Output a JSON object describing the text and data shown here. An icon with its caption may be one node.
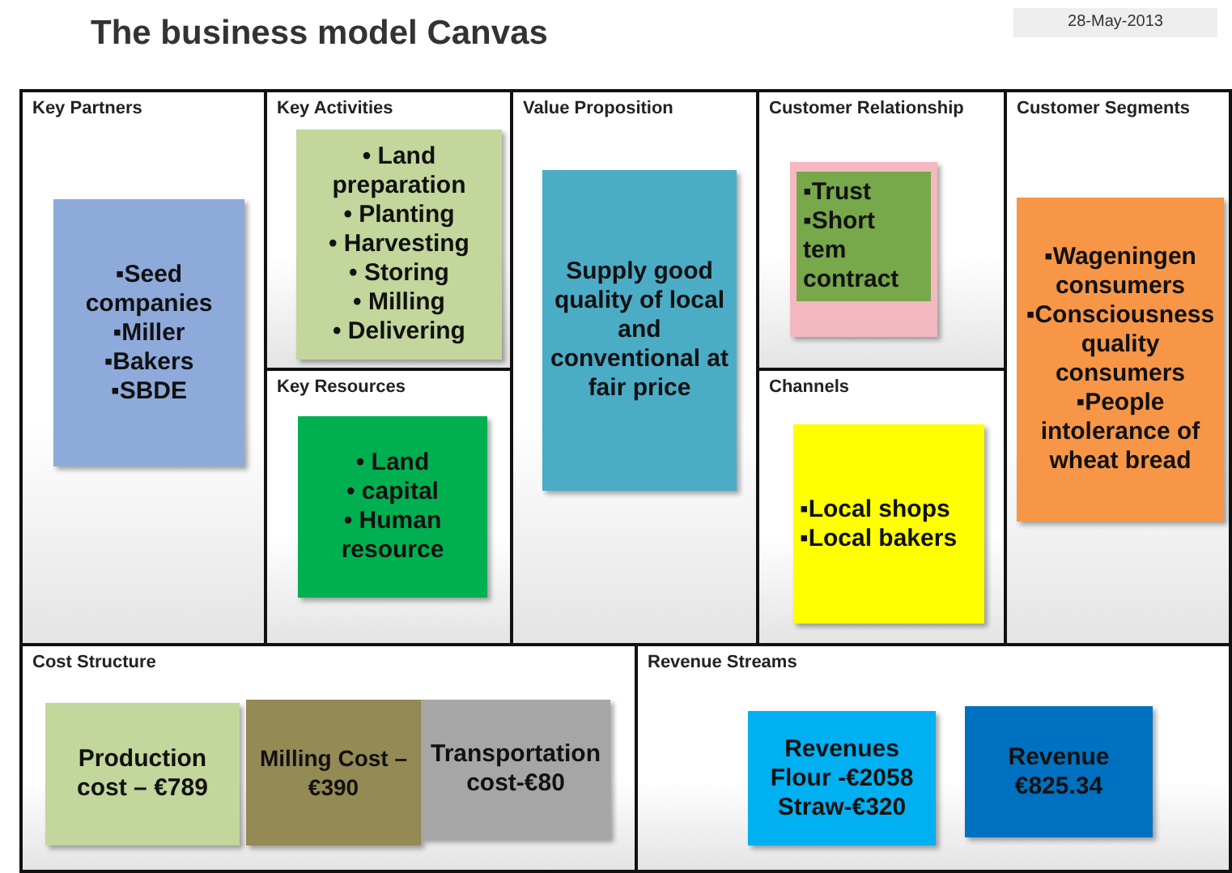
{
  "diagram": {
    "title": "The business model Canvas",
    "nodes": [
      {
        "text": [
          "Key Partners"
        ]
      },
      {
        "text": [
          "▪Seed companies",
          "▪Miller",
          "▪Bakers",
          "▪SBDE"
        ],
        "in": 0
      },
      {
        "text": [
          "Key Activities"
        ]
      },
      {
        "text": [
          "• Land preparation",
          "• Planting",
          "• Harvesting",
          "• Storing",
          "• Milling",
          "• Delivering"
        ],
        "in": 2
      },
      {
        "text": [
          "Key Resources"
        ]
      },
      {
        "text": [
          "• Land",
          "• capital",
          "• Human resource"
        ],
        "in": 4
      },
      {
        "text": [
          "Value Proposition"
        ]
      },
      {
        "text": [
          "Supply good quality of local and conventional at fair price"
        ],
        "in": 6
      },
      {
        "text": [
          "Customer Relationship"
        ]
      },
      {
        "text": [],
        "shape": "box",
        "in": 8
      },
      {
        "text": [
          "▪Trust",
          "▪Short tem contract"
        ],
        "in": 9
      },
      {
        "text": [
          "Channels"
        ]
      },
      {
        "text": [
          "▪Local shops",
          "▪Local bakers"
        ],
        "in": 11
      },
      {
        "text": [
          "Customer Segments"
        ]
      },
      {
        "text": [
          "▪Wageningen consumers",
          "▪Consciousness quality consumers",
          "▪People intolerance of wheat bread"
        ],
        "in": 13
      },
      {
        "text": [
          "Cost Structure"
        ]
      },
      {
        "text": [
          "Production cost – €789"
        ],
        "in": 15
      },
      {
        "text": [
          "Milling Cost – €390"
        ],
        "in": 15
      },
      {
        "text": [
          "Transportation cost-€80"
        ],
        "in": 15
      },
      {
        "text": [
          "Revenue Streams"
        ]
      },
      {
        "text": [
          "Revenues",
          "Flour -€2058",
          "Straw-€320"
        ],
        "in": 19
      },
      {
        "text": [
          "Revenue",
          "€825.34"
        ],
        "in": 19
      }
    ],
    "labels": [
      "28-May-2013"
    ]
  }
}
